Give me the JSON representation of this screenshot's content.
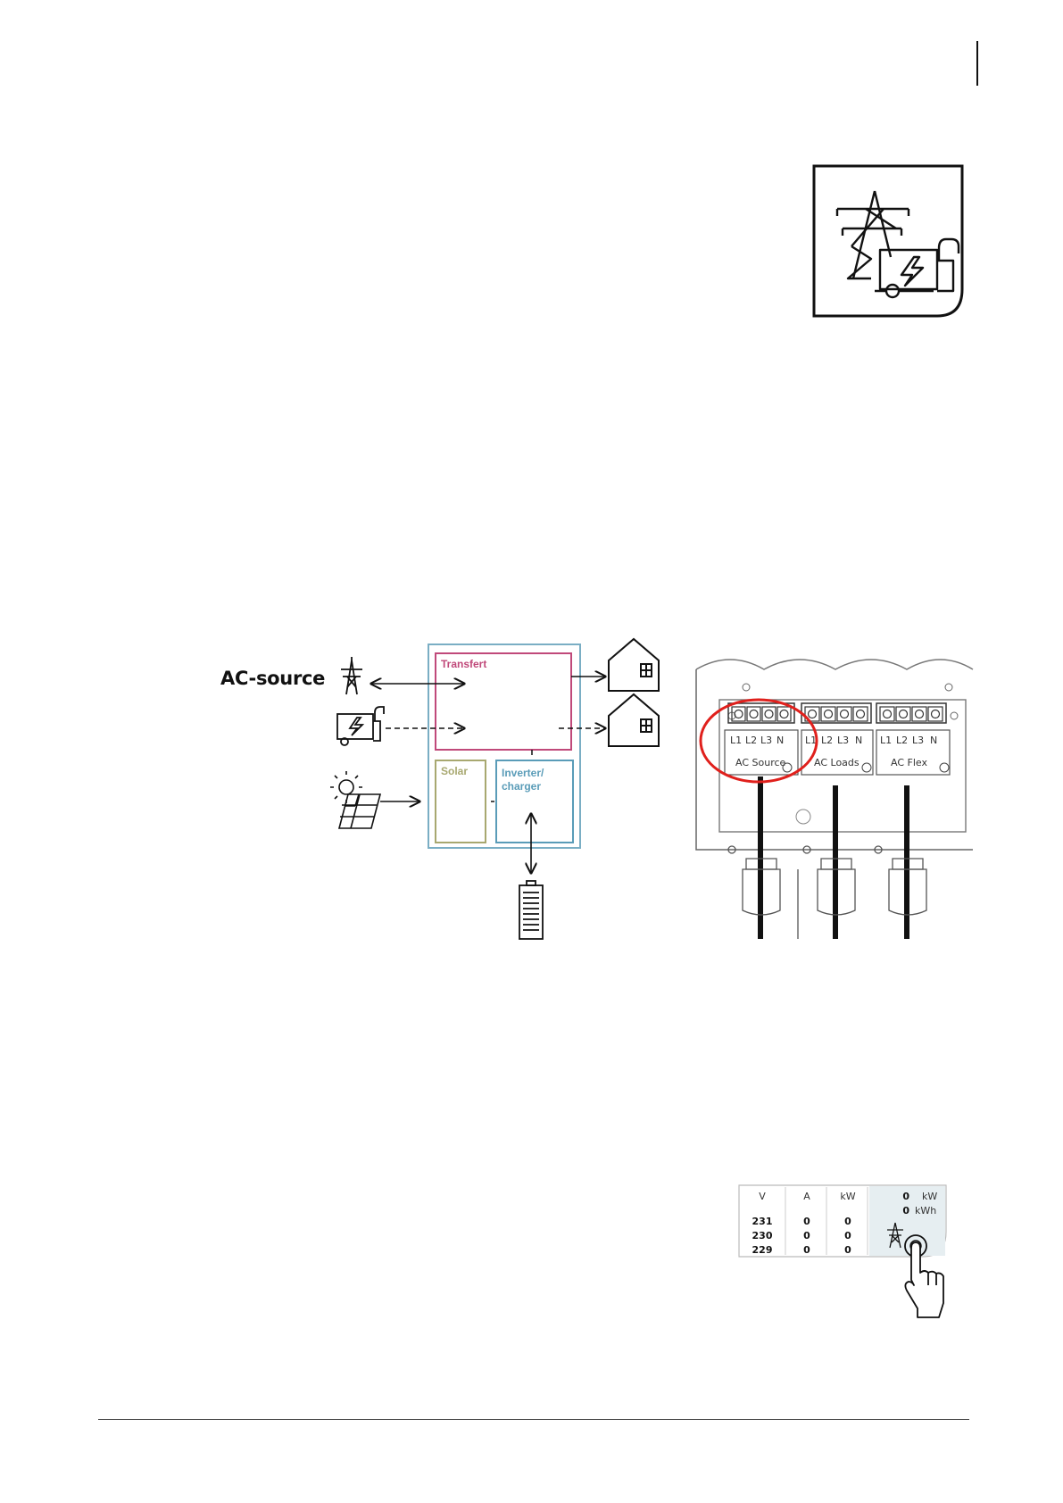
{
  "diagram": {
    "source_label": "AC-source",
    "boxes": {
      "transfer": "Transfert",
      "solar": "Solar",
      "inverter_line1": "Inverter/",
      "inverter_line2": "charger"
    },
    "colors": {
      "outer": "#7aaec4",
      "transfer": "#c0497a",
      "solar": "#a8a870",
      "inverter": "#5a9cb8",
      "highlight": "#e0201c"
    }
  },
  "terminal_block": {
    "groups": [
      {
        "name": "AC Source",
        "terminals": [
          "L1",
          "L2",
          "L3",
          "N"
        ]
      },
      {
        "name": "AC Loads",
        "terminals": [
          "L1",
          "L2",
          "L3",
          "N"
        ]
      },
      {
        "name": "AC Flex",
        "terminals": [
          "L1",
          "L2",
          "L3",
          "N"
        ]
      }
    ]
  },
  "meter": {
    "headers": [
      "V",
      "A",
      "kW"
    ],
    "rows": [
      [
        "231",
        "0",
        "0"
      ],
      [
        "230",
        "0",
        "0"
      ],
      [
        "229",
        "0",
        "0"
      ]
    ],
    "power": {
      "value": "0",
      "unit": "kW"
    },
    "energy": {
      "value": "0",
      "unit": "kWh"
    }
  },
  "icons": [
    "grid-generator-badge-icon",
    "pylon-icon",
    "generator-icon",
    "solar-panel-icon",
    "house-icon",
    "battery-icon",
    "hand-pointer-icon"
  ]
}
